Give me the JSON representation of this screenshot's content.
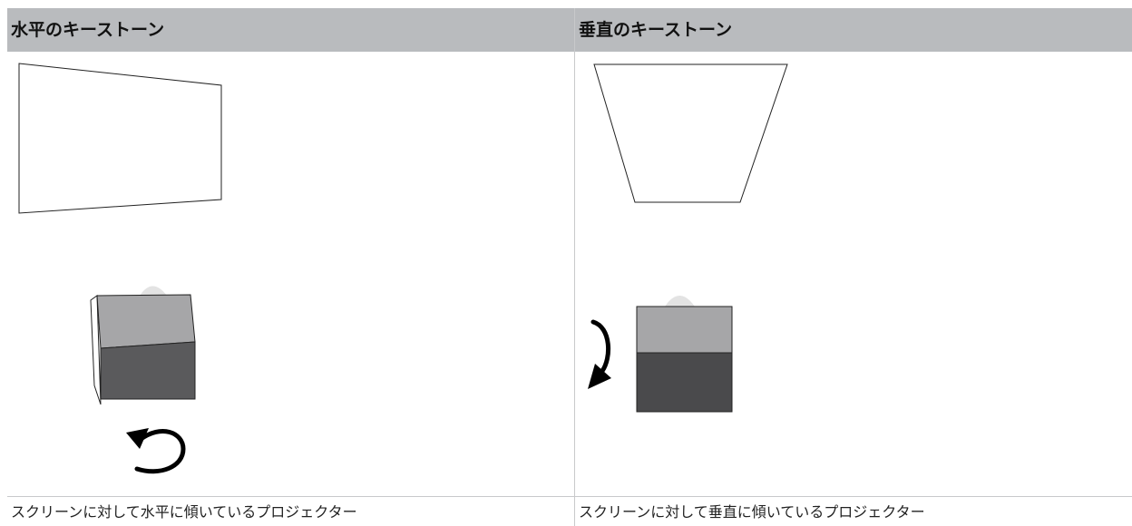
{
  "table": {
    "headers": [
      "水平のキーストーン",
      "垂直のキーストーン"
    ],
    "captions": [
      "スクリーンに対して水平に傾いているプロジェクター",
      "スクリーンに対して垂直に傾いているプロジェクター"
    ]
  },
  "colors": {
    "header_bg": "#b9bbbe",
    "projector_top": "#a6a6a8",
    "projector_front": "#505052",
    "lens": "#e3e3e3",
    "arrow": "#000000"
  }
}
